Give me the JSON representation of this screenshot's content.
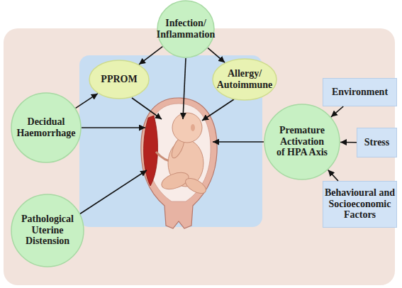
{
  "diagram": {
    "nodes": [
      {
        "text": [
          "Infection/ Inflammation"
        ]
      },
      {
        "text": [
          "PPROM"
        ]
      },
      {
        "text": [
          "Allergy/ Autoimmune"
        ]
      },
      {
        "text": [
          "Environment"
        ]
      },
      {
        "text": [
          "Decidual Haemorrhage"
        ]
      },
      {
        "text": [
          "Premature Activation of HPA Axis"
        ]
      },
      {
        "text": [
          "Stress"
        ]
      },
      {
        "text": [
          "Pathological Uterine Distension"
        ]
      },
      {
        "text": [
          "Behavioural and Socioeconomic Factors"
        ]
      }
    ],
    "edges": [
      {
        "from": 0,
        "to": 1,
        "arrow": "to"
      },
      {
        "from": 0,
        "to": 2,
        "arrow": "to"
      },
      {
        "from": 4,
        "to": 1,
        "arrow": "to"
      },
      {
        "from": 3,
        "to": 5,
        "arrow": "to"
      },
      {
        "from": 6,
        "to": 5,
        "arrow": "to"
      },
      {
        "from": 8,
        "to": 5,
        "arrow": "to"
      }
    ]
  }
}
